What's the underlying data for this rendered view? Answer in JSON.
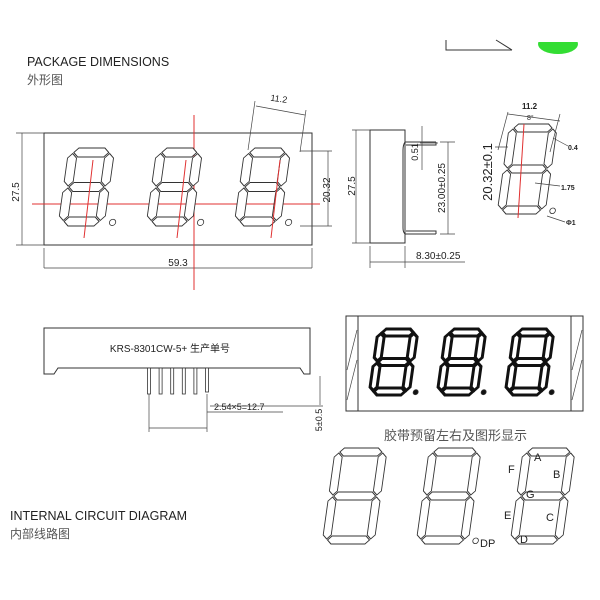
{
  "headings": {
    "package_title": "PACKAGE DIMENSIONS",
    "package_title_cn": "外形图",
    "circuit_title": "INTERNAL CIRCUIT DIAGRAM",
    "circuit_title_cn": "内部线路图"
  },
  "front_view": {
    "height": "27.5",
    "width": "59.3",
    "digit_width": "11.2",
    "digit_height": "20.32",
    "digit_count": 3
  },
  "side_view": {
    "height": "27.5",
    "pin_offset": "0.51",
    "pin_span": "23.00±0.25",
    "depth": "8.30±0.25"
  },
  "digit_detail": {
    "width": "11.2",
    "height": "20.32±0.1",
    "angle": "8°",
    "seg_gap": "0.4",
    "seg_width": "1.75",
    "dp": "Φ1"
  },
  "bottom_view": {
    "label": "KRS-8301CW-5+ 生产单号",
    "pin_pitch": "2.54×5=12.7",
    "pin_length": "5±0.5",
    "pin_count": 6
  },
  "tape_note": "胶带预留左右及图形显示",
  "segment_labels": [
    "A",
    "B",
    "C",
    "D",
    "E",
    "F",
    "G",
    "DP"
  ],
  "colors": {
    "centerline": "#e03030",
    "logo_green": "#33dd33"
  }
}
